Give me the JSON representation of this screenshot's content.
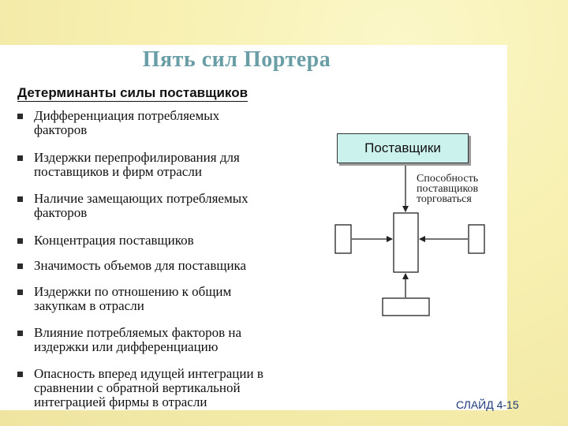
{
  "title": "Пять сил Портера",
  "subtitle": "Детерминанты силы поставщиков",
  "bullets": [
    {
      "lines": [
        "Дифференциация потребляемых",
        "факторов"
      ]
    },
    {
      "lines": [
        "Издержки перепрофилирования для",
        "поставщиков и фирм отрасли"
      ]
    },
    {
      "lines": [
        "Наличие замещающих потребляемых",
        "факторов"
      ]
    },
    {
      "lines": [
        "Концентрация поставщиков"
      ]
    },
    {
      "lines": [
        "Значимость объемов для поставщика"
      ]
    },
    {
      "lines": [
        "Издержки по отношению к общим",
        "закупкам в отрасли"
      ]
    },
    {
      "lines": [
        "Влияние потребляемых факторов на",
        "издержки или дифференциацию"
      ]
    },
    {
      "lines": [
        "Опасность вперед идущей интеграции в",
        "сравнении  с обратной вертикальной",
        "интеграцией фирмы в отрасли"
      ]
    }
  ],
  "diagram": {
    "suppliers_label": "Поставщики",
    "power_label": [
      "Способность",
      "поставщиков",
      "торговаться"
    ],
    "box_fill": "#ccf2ee"
  },
  "footer": "СЛАЙД 4-15",
  "colors": {
    "title": "#6a9ea6",
    "footer": "#1f3a7a",
    "background": "#f7f0b0"
  }
}
